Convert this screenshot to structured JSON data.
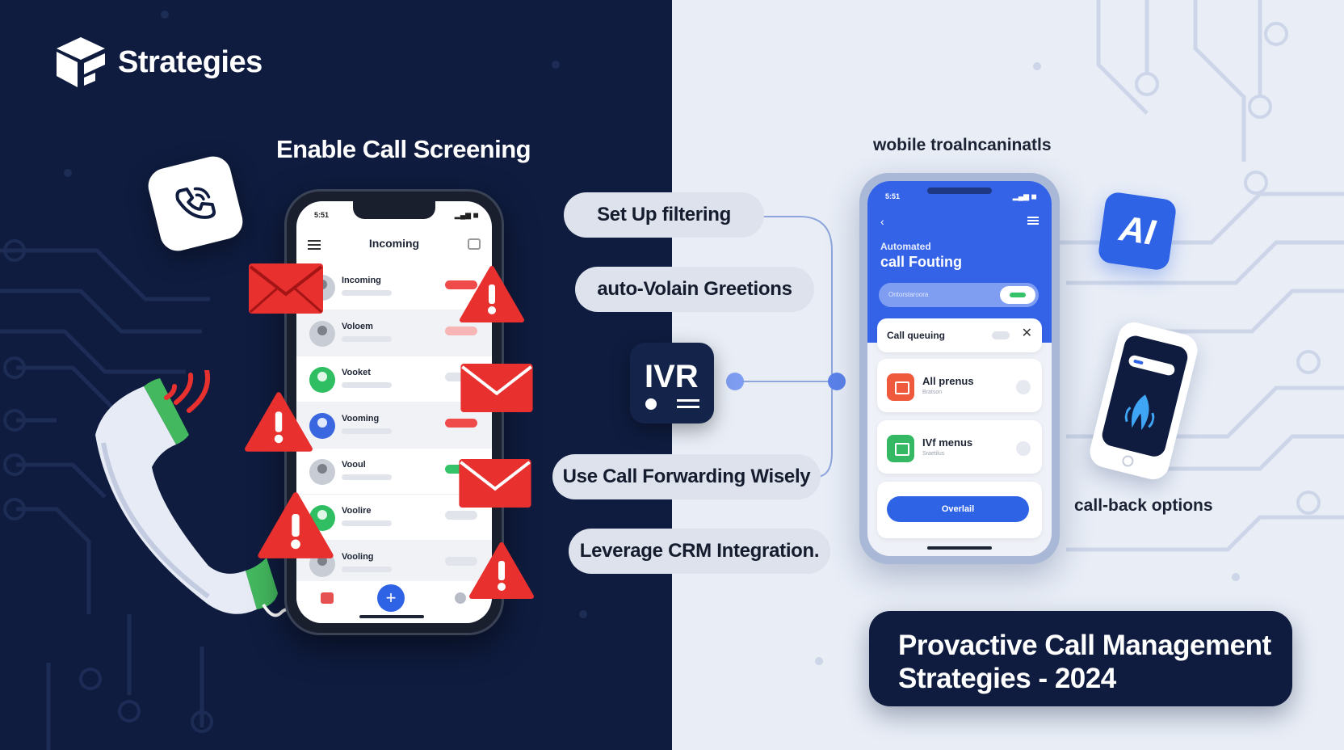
{
  "brand": {
    "name": "Strategies",
    "icon": "cube-logo-icon"
  },
  "left_heading": "Enable Call Screening",
  "right_heading": "wobile troalncaninatls",
  "left_phone": {
    "status_time": "5:51",
    "title": "Incoming",
    "calls": [
      {
        "name": "Incoming",
        "badge": "red"
      },
      {
        "name": "Voloem",
        "badge": "pink"
      },
      {
        "name": "Vooket",
        "badge": "grey"
      },
      {
        "name": "Vooming",
        "badge": "red"
      },
      {
        "name": "Vooul",
        "badge": "green"
      },
      {
        "name": "Voolire",
        "badge": "grey"
      },
      {
        "name": "Vooling",
        "badge": "grey"
      }
    ],
    "fab": "+"
  },
  "pills": {
    "filtering": "Set Up filtering",
    "greetings": "auto-Volain Greetions",
    "forwarding": "Use Call Forwarding Wisely",
    "crm": "Leverage CRM Integration."
  },
  "ivr_label": "IVR",
  "right_phone": {
    "status_time": "5:51",
    "label_small": "Automated",
    "title": "call Fouting",
    "search_placeholder": "Ontorstaroora",
    "queue_card_title": "Call queuing",
    "options": [
      {
        "name": "All prenus",
        "sub": "Bratson"
      },
      {
        "name": "IVf menus",
        "sub": "Sraetilus"
      }
    ],
    "button": "Overlail"
  },
  "ai_label": "AI",
  "callback_label": "call-back options",
  "footer_title": "Provactive Call Management Strategies - 2024",
  "colors": {
    "navy": "#0f1c3f",
    "accent_blue": "#2f63e6",
    "alert_red": "#e8302f",
    "green": "#35c36a",
    "light_bg": "#e8edf6"
  }
}
